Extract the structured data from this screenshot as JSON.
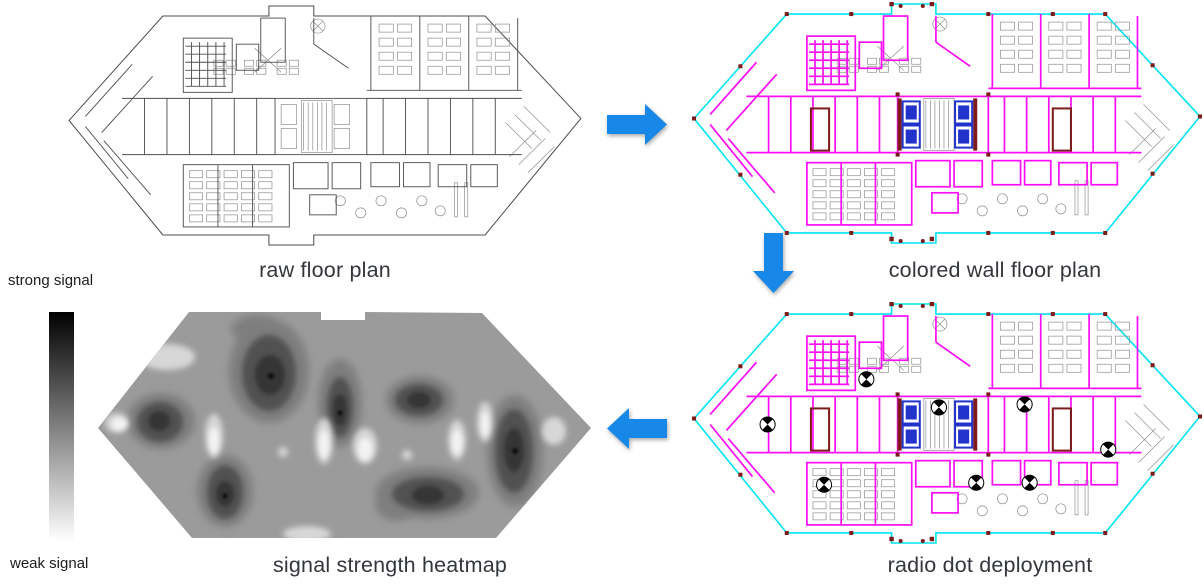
{
  "figure": {
    "panels": [
      {
        "id": "raw",
        "label": "raw floor plan"
      },
      {
        "id": "colored",
        "label": "colored wall floor plan"
      },
      {
        "id": "radio",
        "label": "radio dot deployment"
      },
      {
        "id": "heatmap",
        "label": "signal strength heatmap"
      }
    ],
    "flow_arrows": [
      "right",
      "down",
      "left"
    ]
  },
  "legend": {
    "strong_label": "strong signal",
    "weak_label": "weak signal",
    "gradient_top_color": "#000000",
    "gradient_bottom_color": "#ffffff"
  },
  "colors": {
    "arrow": "#1787e8",
    "wall_magenta": "#fb0ef5",
    "outline_cyan": "#00e4f2",
    "maroon": "#7d1b1b",
    "elevator_blue": "#2133cb",
    "plan_wall": "#4d4d4d",
    "plan_furniture": "#909090",
    "radio_dot": "#000000",
    "heatmap_base": "#9b9b9b",
    "label_text": "#33363b"
  },
  "radio_dots": [
    [
      175,
      77
    ],
    [
      247,
      105
    ],
    [
      332,
      102
    ],
    [
      77,
      122
    ],
    [
      415,
      147
    ],
    [
      133,
      182
    ],
    [
      284,
      180
    ],
    [
      337,
      180
    ]
  ],
  "heatmap": {
    "base": "#9b9b9b",
    "levels": [
      {
        "color": "#7e7e7e",
        "blur": 4,
        "ellipses": [
          [
            172,
            68,
            40,
            52
          ],
          [
            160,
            26,
            26,
            14
          ],
          [
            243,
            100,
            22,
            44
          ],
          [
            323,
            97,
            34,
            24
          ],
          [
            64,
            118,
            34,
            28
          ],
          [
            418,
            148,
            28,
            56
          ],
          [
            128,
            188,
            28,
            36
          ],
          [
            330,
            190,
            52,
            26
          ],
          [
            300,
            200,
            22,
            18
          ]
        ]
      },
      {
        "color": "#515151",
        "blur": 3,
        "ellipses": [
          [
            172,
            70,
            27,
            38
          ],
          [
            243,
            104,
            13,
            30
          ],
          [
            322,
            97,
            24,
            16
          ],
          [
            63,
            119,
            23,
            20
          ],
          [
            417,
            148,
            19,
            42
          ],
          [
            128,
            189,
            18,
            27
          ],
          [
            331,
            191,
            36,
            17
          ]
        ]
      },
      {
        "color": "#343434",
        "blur": 2,
        "ellipses": [
          [
            173,
            72,
            15,
            20
          ],
          [
            243,
            107,
            7,
            16
          ],
          [
            322,
            97,
            12,
            8
          ],
          [
            62,
            118,
            11,
            10
          ],
          [
            417,
            147,
            10,
            22
          ],
          [
            128,
            191,
            9,
            13
          ],
          [
            331,
            192,
            16,
            9
          ]
        ]
      },
      {
        "color": "#111111",
        "blur": 1,
        "ellipses": [
          [
            174,
            73,
            3,
            3
          ],
          [
            128,
            193,
            2.5,
            2.5
          ],
          [
            418,
            148,
            3,
            3
          ],
          [
            243,
            110,
            2.5,
            2.5
          ]
        ]
      },
      {
        "color": "#d7d7d7",
        "blur": 3,
        "ellipses": [
          [
            117,
            133,
            9,
            22
          ],
          [
            227,
            138,
            9,
            23
          ],
          [
            268,
            143,
            12,
            18
          ],
          [
            360,
            137,
            9,
            20
          ],
          [
            388,
            119,
            8,
            20
          ],
          [
            70,
            54,
            28,
            13
          ],
          [
            20,
            120,
            12,
            10
          ],
          [
            310,
            152,
            5,
            5
          ],
          [
            186,
            149,
            5,
            5
          ],
          [
            457,
            128,
            12,
            14
          ],
          [
            210,
            231,
            24,
            8
          ]
        ]
      },
      {
        "color": "#f3f3f3",
        "blur": 2,
        "ellipses": [
          [
            117,
            137,
            5,
            13
          ],
          [
            227,
            141,
            5,
            14
          ],
          [
            268,
            146,
            7,
            11
          ],
          [
            360,
            139,
            5,
            12
          ],
          [
            388,
            121,
            4,
            12
          ],
          [
            22,
            121,
            7,
            6
          ]
        ]
      }
    ]
  }
}
